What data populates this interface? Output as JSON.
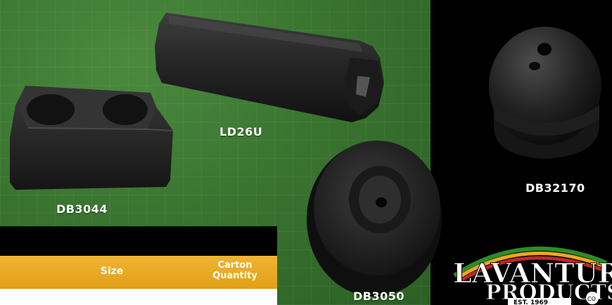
{
  "products": [
    {
      "code": "LD26U"
    },
    {
      "code": "DB3044"
    },
    {
      "code": "DB32170"
    },
    {
      "code": "DB3050"
    }
  ],
  "table": {
    "headers": {
      "size": "Size",
      "carton_quantity_line1": "Carton",
      "carton_quantity_line2": "Quantity"
    }
  },
  "logo": {
    "brand_line1": "LAVANTURE",
    "brand_line2": "PRODUCTS",
    "est": "EST. 1969",
    "co": "CO"
  },
  "colors": {
    "background_green": "#3a7530",
    "table_header_gold": "#e8a823",
    "label_white": "#ffffff"
  }
}
